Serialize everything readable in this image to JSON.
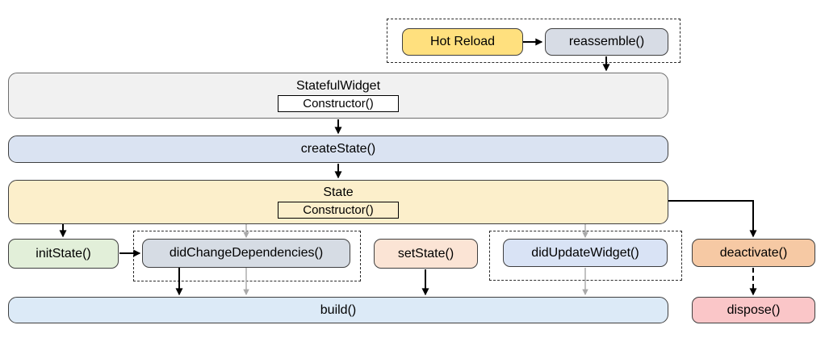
{
  "diagram": {
    "nodes": {
      "hot_reload": {
        "label": "Hot Reload",
        "fill": "#FFE07E",
        "border": "#3F3F3F"
      },
      "reassemble": {
        "label": "reassemble()",
        "fill": "#D7DCE5",
        "border": "#3F3F3F"
      },
      "stateful_widget": {
        "label": "StatefulWidget",
        "sublabel": "Constructor()",
        "fill": "#F1F1F1",
        "sub_fill": "#FFFFFF",
        "border": "#6E6E6E"
      },
      "create_state": {
        "label": "createState()",
        "fill": "#DAE3F2",
        "border": "#3F3F3F"
      },
      "state": {
        "label": "State",
        "sublabel": "Constructor()",
        "fill": "#FCEFCB",
        "sub_fill": "#FCEFCB",
        "border": "#3F3F3F"
      },
      "init_state": {
        "label": "initState()",
        "fill": "#E2EFD9",
        "border": "#3F3F3F"
      },
      "did_change_dependencies": {
        "label": "didChangeDependencies()",
        "fill": "#D6DCE4",
        "border": "#3F3F3F"
      },
      "set_state": {
        "label": "setState()",
        "fill": "#FBE4D5",
        "border": "#3F3F3F"
      },
      "did_update_widget": {
        "label": "didUpdateWidget()",
        "fill": "#D9E3F5",
        "border": "#3F3F3F"
      },
      "deactivate": {
        "label": "deactivate()",
        "fill": "#F6C9A4",
        "border": "#3F3F3F"
      },
      "build": {
        "label": "build()",
        "fill": "#DCEAF7",
        "border": "#3F3F3F"
      },
      "dispose": {
        "label": "dispose()",
        "fill": "#FAC6C8",
        "border": "#3F3F3F"
      }
    },
    "colors": {
      "background": "#FFFFFF",
      "primary_arrow": "#000000",
      "secondary_arrow": "#A9A9A9",
      "dashed_border": "#2B2B2B"
    }
  }
}
